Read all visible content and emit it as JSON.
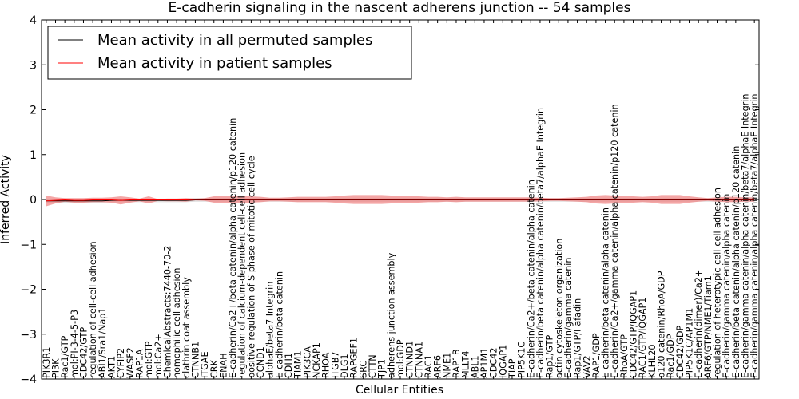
{
  "chart_data": {
    "type": "line",
    "title": "E-cadherin signaling in the nascent adherens junction -- 54 samples",
    "xlabel": "Cellular Entities",
    "ylabel": "Inferred Activity",
    "ylim": [
      -4,
      4
    ],
    "yticks": [
      -4,
      -3,
      -2,
      -1,
      0,
      1,
      2,
      3,
      4
    ],
    "grid": false,
    "legend_position": "top-left",
    "categories": [
      "PIK3R1",
      "PI3K",
      "Rac1/GTP",
      "mol:PI-3-4-5-P3",
      "CDC42/GTP",
      "regulation of cell-cell adhesion",
      "ABI1/Sra1/Nap1",
      "AKT1",
      "CYFIP2",
      "WASF2",
      "RAP1A",
      "mol:GTP",
      "mol:Ca2+",
      "ChemicalAbstracts:7440-70-2",
      "homophilic cell adhesion",
      "clathrin coat assembly",
      "CTNNB1",
      "ITGAE",
      "CRK",
      "ENAH",
      "E-cadherin/Ca2+/beta catenin/alpha catenin/p120 catenin",
      "regulation of calcium-dependent cell-cell adhesion",
      "positive regulation of S phase of mitotic cell cycle",
      "CCND1",
      "alphaE/beta7 Integrin",
      "E-cadherin/beta catenin",
      "CDH1",
      "TIAM1",
      "PIK3CA",
      "NCKAP1",
      "RHOA",
      "ITGB7",
      "DLG1",
      "RAPGEF1",
      "SRC",
      "CTTN",
      "TJP1",
      "adherens junction assembly",
      "mol:GDP",
      "CTNND1",
      "CTNNA1",
      "RAC1",
      "ARF6",
      "NME1",
      "RAP1B",
      "MLLT4",
      "ABL1",
      "AP1M1",
      "CDC42",
      "IQGAP1",
      "TIAP",
      "PIP5K1C",
      "E-cadherin/Ca2+/beta catenin/alpha catenin",
      "E-cadherin/beta catenin/alpha catenin/beta7/alphaE Integrin",
      "Rap1/GTP",
      "actin cytoskeleton organization",
      "E-cadherin/gamma catenin",
      "Rap1/GTP/I-afadin",
      "VAV2",
      "RAP1/GDP",
      "E-cadherin/beta catenin/alpha catenin",
      "E-cadherin/Ca2+/gamma catenin/alpha catenin/p120 catenin",
      "RhoA/GTP",
      "CDC42/GTP/IQGAP1",
      "RAC1/GTP/IQGAP1",
      "KLHL20",
      "p120 catenin/RhoA/GDP",
      "Rac1/GDP",
      "CDC42/GDP",
      "PIP5K1C/AP1M1",
      "E-cadherin(dimer)/Ca2+",
      "ARF6/GTP/NME1/Tiam1",
      "regulation of heterotypic cell-cell adhesion",
      "E-cadherin/gamma catenin/alpha catenin",
      "E-cadherin/beta catenin/alpha catenin/p120 catenin",
      "E-cadherin/gamma catenin/alpha catenin/beta7/alphaE Integrin",
      "E-cadherin/gamma catenin/alpha catenin/beta7/alphaE Integrin"
    ],
    "series": [
      {
        "name": "Mean activity in all permuted samples",
        "color": "#000000",
        "band_color": "#c8c8c8",
        "mean": [
          -0.03,
          -0.03,
          -0.03,
          -0.03,
          -0.03,
          -0.03,
          -0.03,
          -0.02,
          -0.02,
          -0.02,
          -0.02,
          -0.02,
          -0.02,
          -0.02,
          -0.02,
          -0.02,
          -0.01,
          -0.01,
          -0.01,
          -0.01,
          -0.01,
          -0.01,
          -0.01,
          -0.01,
          -0.01,
          -0.01,
          -0.01,
          -0.01,
          -0.01,
          -0.01,
          -0.01,
          -0.01,
          -0.01,
          -0.01,
          -0.01,
          -0.01,
          -0.01,
          -0.01,
          -0.01,
          -0.01,
          -0.01,
          -0.01,
          -0.01,
          -0.01,
          -0.01,
          -0.01,
          -0.01,
          -0.01,
          -0.01,
          -0.01,
          -0.01,
          -0.01,
          -0.01,
          -0.01,
          -0.01,
          -0.01,
          -0.01,
          -0.01,
          -0.01,
          -0.01,
          -0.01,
          -0.01,
          -0.01,
          -0.01,
          -0.01,
          -0.01,
          -0.01,
          -0.01,
          -0.01,
          -0.01,
          -0.01,
          -0.01,
          -0.01,
          -0.01,
          -0.01,
          -0.01,
          -0.01
        ],
        "spread": [
          0.04,
          0.04,
          0.04,
          0.04,
          0.04,
          0.04,
          0.04,
          0.04,
          0.04,
          0.04,
          0.04,
          0.04,
          0.04,
          0.04,
          0.04,
          0.04,
          0.04,
          0.04,
          0.04,
          0.04,
          0.04,
          0.04,
          0.04,
          0.04,
          0.04,
          0.04,
          0.04,
          0.04,
          0.04,
          0.04,
          0.04,
          0.04,
          0.04,
          0.04,
          0.04,
          0.04,
          0.04,
          0.04,
          0.04,
          0.04,
          0.04,
          0.04,
          0.04,
          0.04,
          0.04,
          0.04,
          0.04,
          0.04,
          0.04,
          0.04,
          0.04,
          0.04,
          0.04,
          0.04,
          0.04,
          0.04,
          0.04,
          0.04,
          0.04,
          0.04,
          0.04,
          0.04,
          0.04,
          0.04,
          0.04,
          0.04,
          0.04,
          0.04,
          0.04,
          0.04,
          0.04,
          0.04,
          0.04,
          0.04,
          0.04,
          0.04,
          0.04
        ]
      },
      {
        "name": "Mean activity in patient samples",
        "color": "#ff0000",
        "band_color": "#f08080",
        "mean": [
          -0.03,
          -0.02,
          -0.01,
          -0.02,
          -0.02,
          -0.01,
          -0.01,
          -0.01,
          -0.02,
          -0.01,
          -0.01,
          -0.01,
          -0.01,
          -0.01,
          -0.01,
          -0.01,
          0.0,
          0.0,
          0.0,
          0.0,
          0.0,
          0.0,
          0.0,
          0.0,
          0.0,
          0.0,
          0.0,
          0.0,
          0.0,
          0.0,
          0.0,
          0.0,
          0.0,
          0.0,
          0.0,
          0.0,
          0.0,
          0.0,
          0.0,
          0.0,
          0.0,
          0.0,
          0.0,
          0.0,
          0.0,
          0.0,
          0.0,
          0.0,
          0.0,
          0.0,
          0.0,
          0.0,
          0.0,
          0.0,
          0.0,
          0.0,
          0.0,
          0.0,
          0.0,
          0.0,
          0.0,
          0.0,
          0.0,
          0.0,
          0.0,
          0.0,
          0.0,
          0.0,
          0.0,
          0.0,
          0.0,
          0.0,
          0.0,
          0.0,
          0.0,
          0.0,
          0.0
        ],
        "spread": [
          0.12,
          0.07,
          0.04,
          0.05,
          0.05,
          0.05,
          0.05,
          0.06,
          0.09,
          0.06,
          0.03,
          0.08,
          0.02,
          0.03,
          0.03,
          0.04,
          0.02,
          0.03,
          0.07,
          0.08,
          0.08,
          0.08,
          0.07,
          0.06,
          0.04,
          0.04,
          0.05,
          0.06,
          0.06,
          0.06,
          0.06,
          0.07,
          0.09,
          0.1,
          0.1,
          0.1,
          0.1,
          0.09,
          0.09,
          0.08,
          0.07,
          0.06,
          0.06,
          0.05,
          0.06,
          0.05,
          0.05,
          0.05,
          0.05,
          0.05,
          0.05,
          0.05,
          0.05,
          0.04,
          0.03,
          0.03,
          0.04,
          0.05,
          0.06,
          0.09,
          0.1,
          0.09,
          0.08,
          0.07,
          0.06,
          0.07,
          0.1,
          0.1,
          0.1,
          0.07,
          0.05,
          0.03,
          0.05,
          0.06,
          0.06,
          0.05,
          0.05
        ]
      }
    ]
  }
}
